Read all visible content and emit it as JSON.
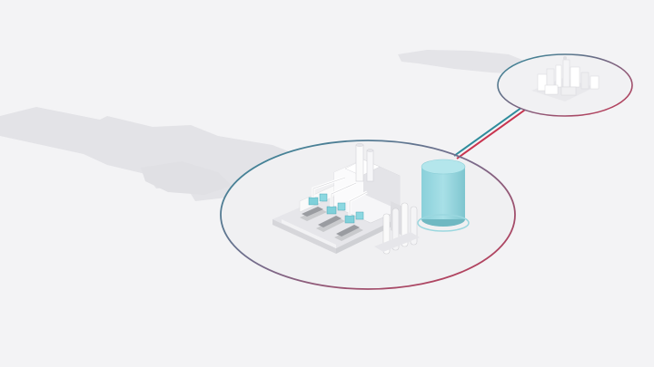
{
  "colors": {
    "background": "#f3f3f5",
    "shadow": "#e2e2e6",
    "ring_teal": "#2f8c9c",
    "ring_red": "#c8344f",
    "building_white": "#fafafa",
    "building_side": "#dcdde0",
    "building_dark": "#c8c9cd",
    "equipment_teal": "#7fd0da",
    "tank_teal": "#9fdbe3",
    "tank_side": "#7cc6d0"
  },
  "icons": {
    "main_facility": "power-plant-illustration",
    "remote_site": "industrial-site-illustration",
    "connector": "pipeline-connection"
  }
}
